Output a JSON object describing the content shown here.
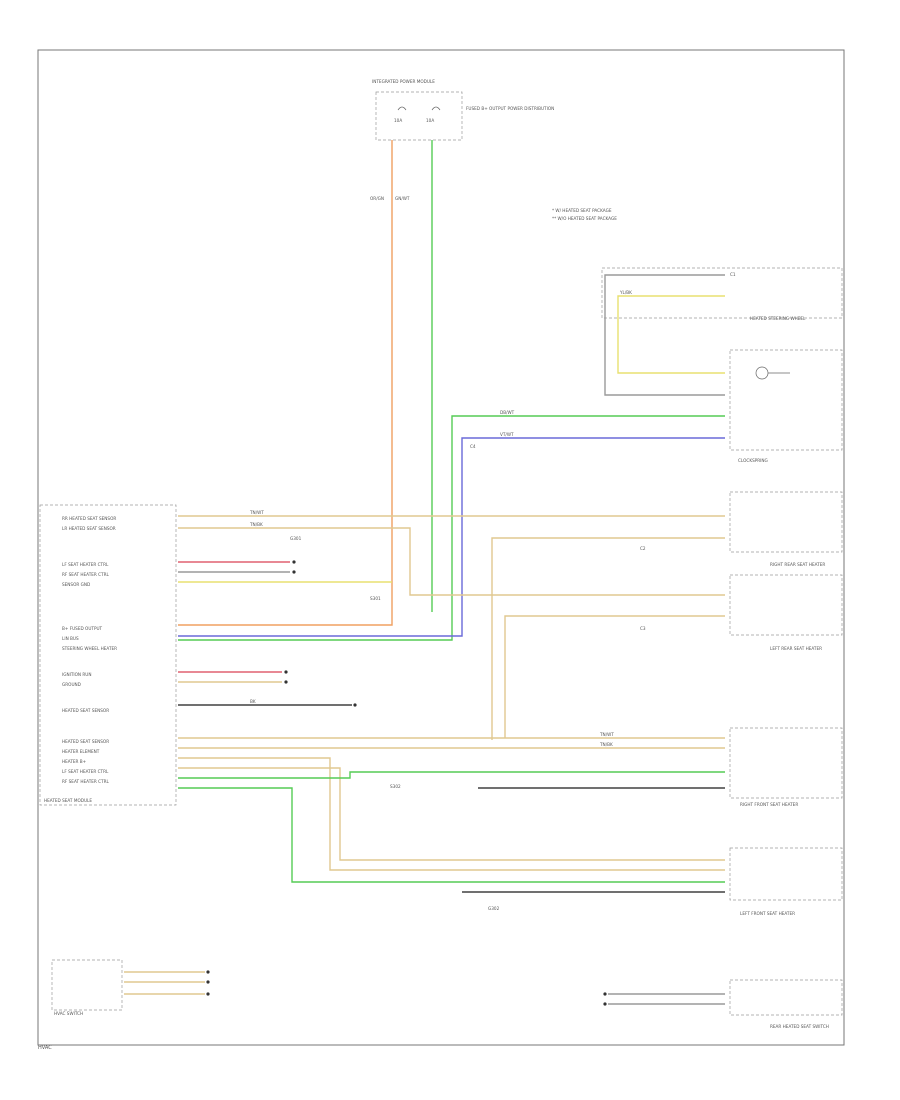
{
  "footer_code": "HVAC",
  "fuse_box": {
    "title": "INTEGRATED POWER MODULE",
    "fuses": [
      "10A",
      "10A"
    ],
    "note": "FUSED B+ OUTPUT POWER DISTRIBUTION"
  },
  "legend": [
    "* W/ HEATED SEAT PACKAGE",
    "** W/O HEATED SEAT PACKAGE"
  ],
  "components": {
    "heater_core": "HEATED STEERING WHEEL",
    "clockspring": "CLOCKSPRING",
    "rr_seat_heater": "RIGHT REAR SEAT HEATER",
    "lr_seat_heater": "LEFT REAR SEAT HEATER",
    "ccm": "HEATED SEAT MODULE",
    "rf_seat": "RIGHT FRONT SEAT HEATER",
    "lf_seat": "LEFT FRONT SEAT HEATER",
    "switch": "HVAC SWITCH",
    "rear_switch": "REAR HEATED SEAT SWITCH"
  },
  "module_pins": [
    "RR HEATED SEAT SENSOR",
    "LR HEATED SEAT SENSOR",
    "LF SEAT HEATER CTRL",
    "RF SEAT HEATER CTRL",
    "SENSOR GND",
    "B+ FUSED OUTPUT",
    "LIN BUS",
    "STEERING WHEEL HEATER",
    "IGNITION RUN",
    "GROUND",
    "HEATED SEAT SENSOR",
    "HEATED SEAT SENSOR",
    "HEATER ELEMENT",
    "HEATER B+",
    "LF SEAT HEATER CTRL",
    "RF SEAT HEATER CTRL"
  ],
  "wire_labels": [
    "TN/WT",
    "TN/BK",
    "GN/WT",
    "OR/GN",
    "YL/BK",
    "VT/WT",
    "BK",
    "DB/WT",
    "TN/WT",
    "TN/BK"
  ],
  "connectors": [
    "C1",
    "C2",
    "C3",
    "C4",
    "G301",
    "G302",
    "S301",
    "S302"
  ],
  "diagram_colors": {
    "orange": "#f0a060",
    "green": "#55cc55",
    "blue": "#6a6ad8",
    "yellow": "#e8e070",
    "tan": "#e0c890",
    "red": "#e06070",
    "black": "#404040",
    "gray": "#9a9a9a"
  }
}
